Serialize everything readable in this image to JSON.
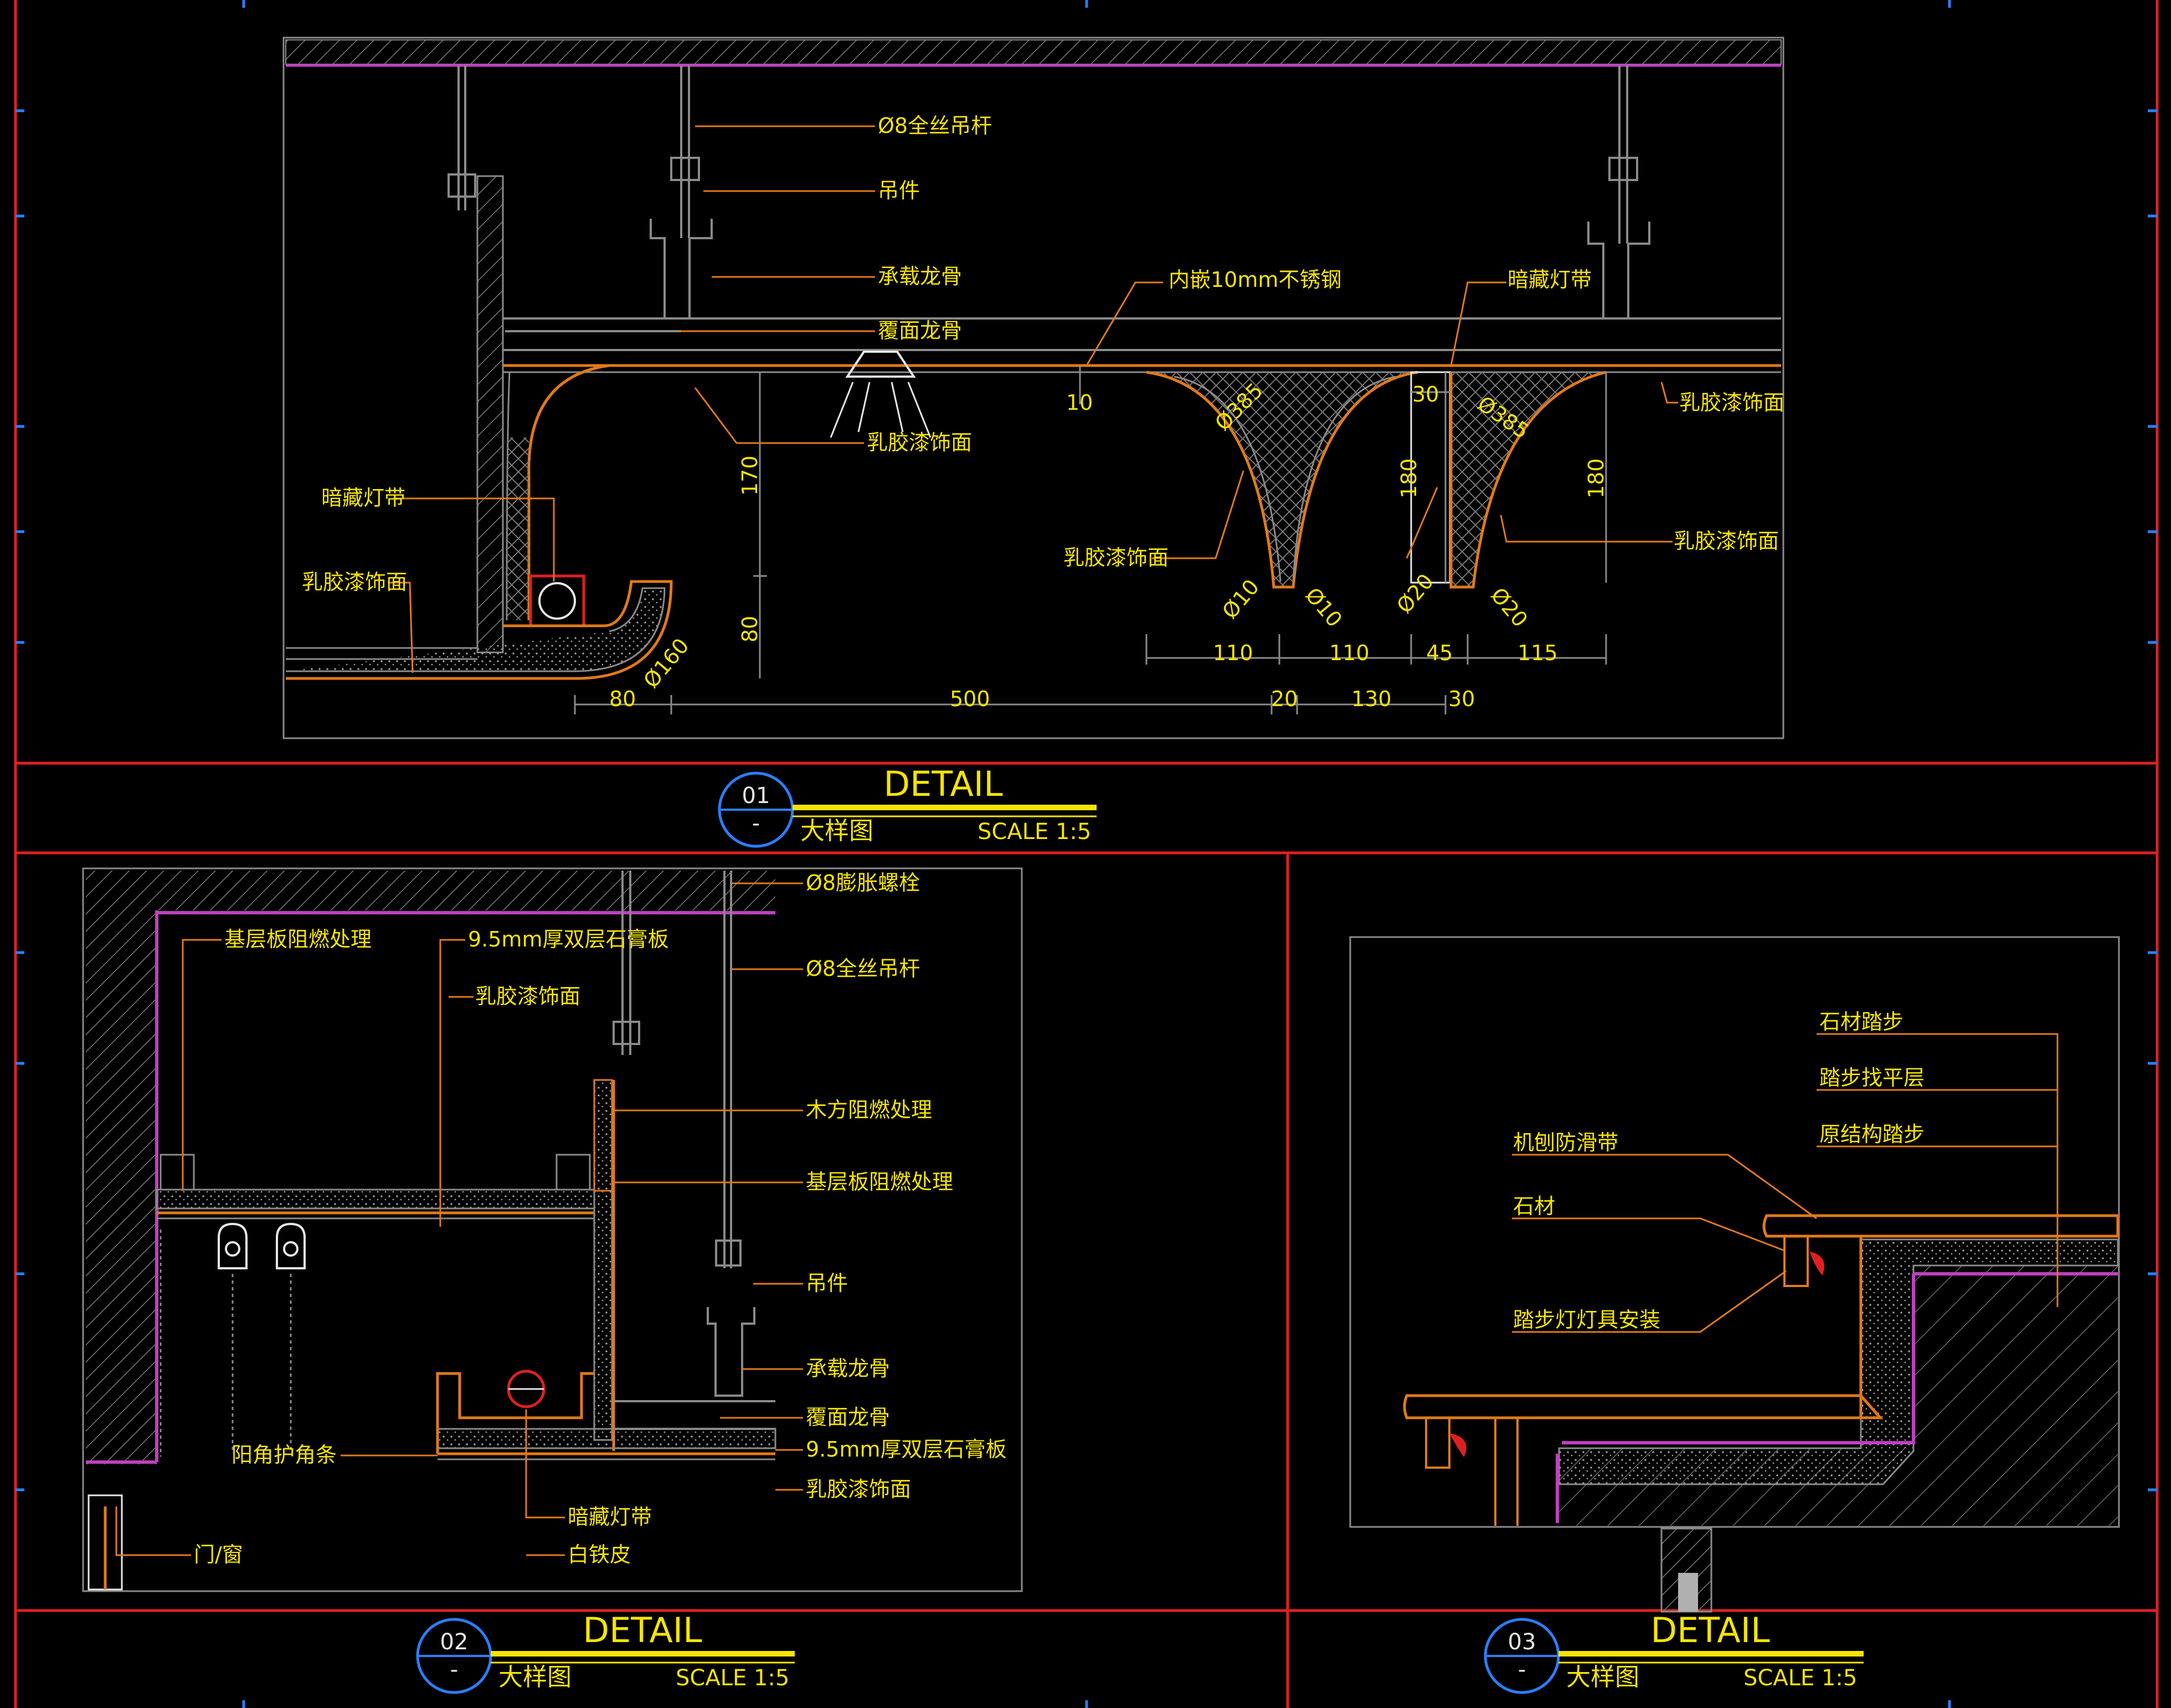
{
  "colors": {
    "background": "#000000",
    "frame": "#e02020",
    "outline": "#8a8a8a",
    "yellow": "#f5e400",
    "orange": "#e07a1a",
    "magenta": "#c040c0",
    "blue": "#2a7fff",
    "cyan": "#4fd0ff",
    "white": "#e8e8e8"
  },
  "detail1": {
    "title": "DETAIL",
    "number": "01",
    "sub_number": "-",
    "name": "大样图",
    "scale": "SCALE 1:5",
    "labels": {
      "rod": "Ø8全丝吊杆",
      "hanger": "吊件",
      "main_keel": "承载龙骨",
      "cover_keel": "覆面龙骨",
      "inlay": "内嵌10mm不锈钢",
      "hidden_light_r": "暗藏灯带",
      "hidden_light_l": "暗藏灯带",
      "latex_left": "乳胶漆饰面",
      "latex_mid": "乳胶漆饰面",
      "latex_right_top": "乳胶漆饰面",
      "latex_arch": "乳胶漆饰面",
      "latex_right": "乳胶漆饰面"
    },
    "dims": {
      "d170": "170",
      "d80v": "80",
      "d10": "10",
      "d30": "30",
      "d180a": "180",
      "d180b": "180",
      "r385a": "Ø385",
      "r385b": "Ø385",
      "r10a": "Ø10",
      "r10b": "Ø10",
      "r20a": "Ø20",
      "r20b": "Ø20",
      "r160": "Ø160",
      "h110a": "110",
      "h110b": "110",
      "h45": "45",
      "h115": "115",
      "b80": "80",
      "b500": "500",
      "b20": "20",
      "b130": "130",
      "b30": "30"
    }
  },
  "detail2": {
    "title": "DETAIL",
    "number": "02",
    "sub_number": "-",
    "name": "大样图",
    "scale": "SCALE 1:5",
    "labels": {
      "bolt": "Ø8膨胀螺栓",
      "base_fire": "基层板阻燃处理",
      "gypsum_top": "9.5mm厚双层石膏板",
      "latex_top": "乳胶漆饰面",
      "rod": "Ø8全丝吊杆",
      "wood_fire": "木方阻燃处理",
      "base_fire2": "基层板阻燃处理",
      "hanger": "吊件",
      "main_keel": "承载龙骨",
      "cover_keel": "覆面龙骨",
      "gypsum_bottom": "9.5mm厚双层石膏板",
      "latex_bottom": "乳胶漆饰面",
      "corner": "阳角护角条",
      "hidden_light": "暗藏灯带",
      "iron": "白铁皮",
      "door": "门/窗"
    }
  },
  "detail3": {
    "title": "DETAIL",
    "number": "03",
    "sub_number": "-",
    "name": "大样图",
    "scale": "SCALE 1:5",
    "labels": {
      "stone_step": "石材踏步",
      "step_level": "踏步找平层",
      "original_step": "原结构踏步",
      "anti_slip": "机刨防滑带",
      "stone": "石材",
      "light_install": "踏步灯灯具安装"
    }
  }
}
